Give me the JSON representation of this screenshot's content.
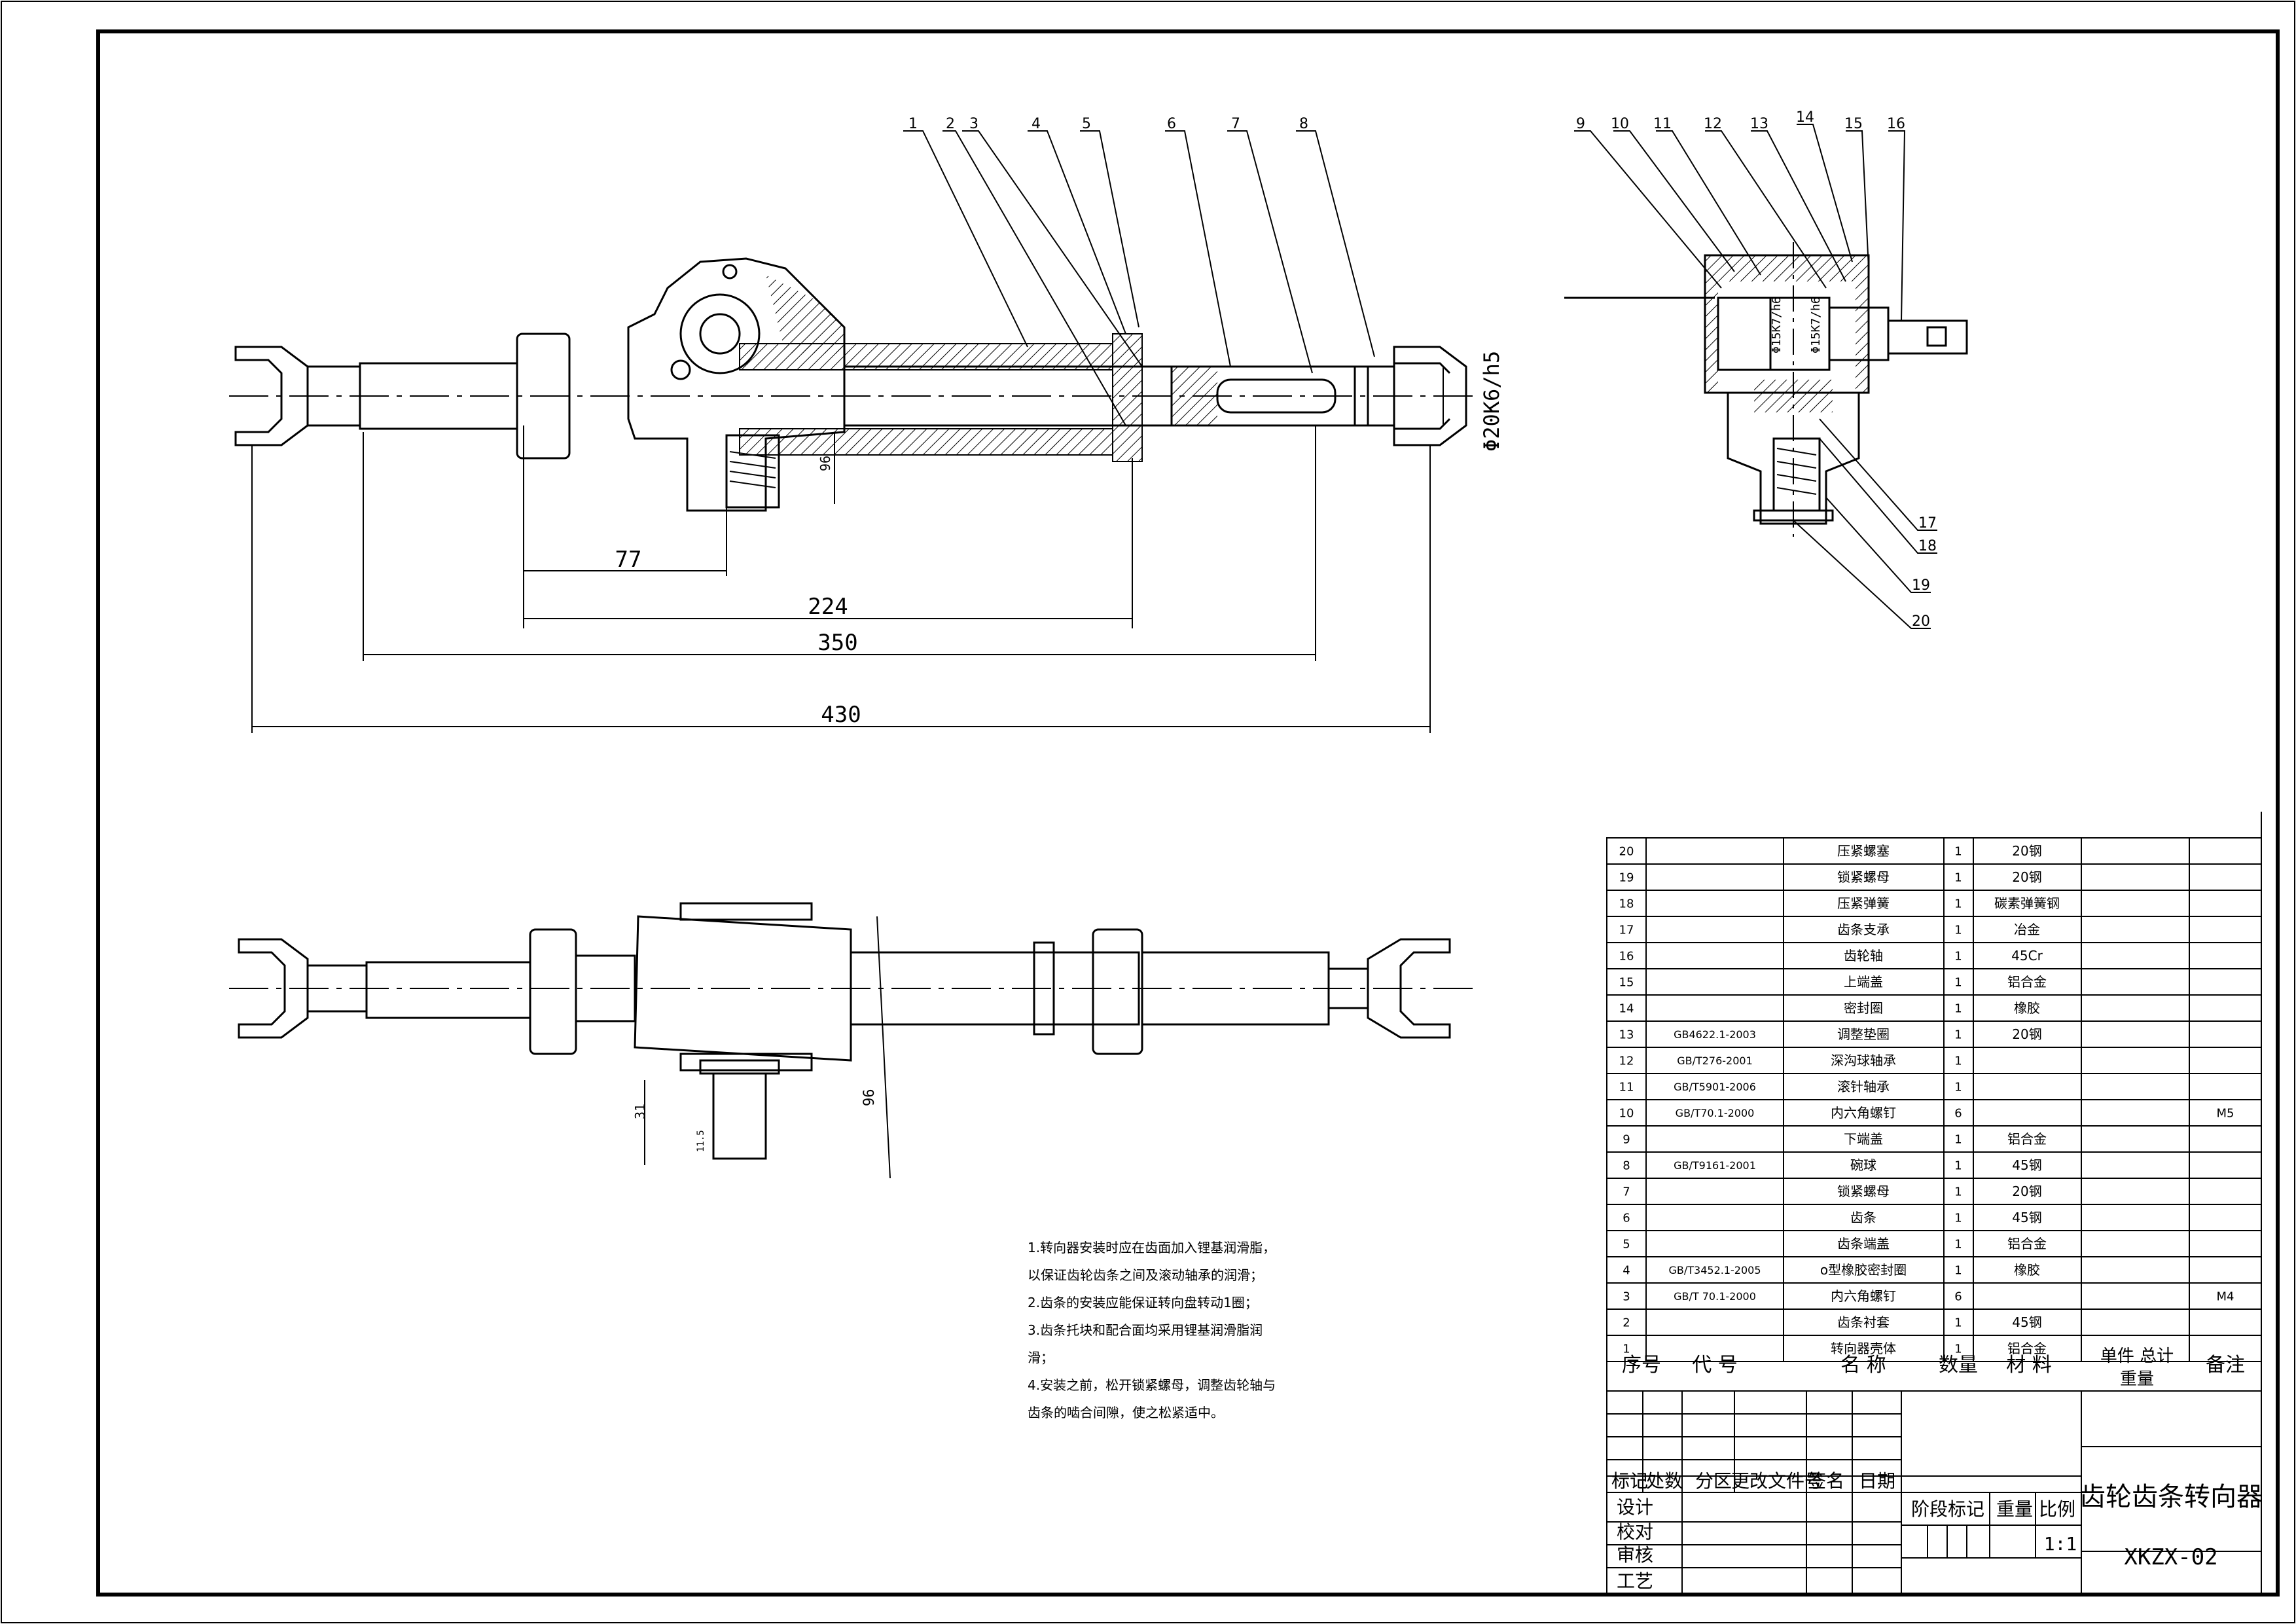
{
  "drawing": {
    "title": "齿轮齿条转向器",
    "number": "XKZX-02",
    "scale": "1:1"
  },
  "balloons_main": [
    "1",
    "2",
    "3",
    "4",
    "5",
    "6",
    "7",
    "8"
  ],
  "balloons_section": [
    "9",
    "10",
    "11",
    "12",
    "13",
    "14",
    "15",
    "16"
  ],
  "balloons_lower": [
    "17",
    "18",
    "19",
    "20"
  ],
  "dimensions": {
    "d77": "77",
    "d224": "224",
    "d350": "350",
    "d430": "430",
    "d96_front": "96",
    "diameter": "Φ20K6/h5",
    "fit1": "Φ15K7/h6",
    "fit2": "Φ15K7/h6",
    "d96_top": "96",
    "d31": "31",
    "d11_5": "11.5"
  },
  "notes": [
    "1.转向器安装时应在齿面加入锂基润滑脂，",
    "   以保证齿轮齿条之间及滚动轴承的润滑；",
    "2.齿条的安装应能保证转向盘转动1圈；",
    "3.齿条托块和配合面均采用锂基润滑脂润",
    "   滑；",
    "4.安装之前，松开锁紧螺母，调整齿轮轴与",
    "   齿条的啮合间隙，使之松紧适中。"
  ],
  "bom_header": {
    "no": "序号",
    "code": "代   号",
    "name": "名     称",
    "qty": "数量",
    "material": "材   料",
    "unit_weight": "单件 总计",
    "weight": "重量",
    "remark": "备注"
  },
  "bom": [
    {
      "no": "20",
      "code": "",
      "name": "压紧螺塞",
      "qty": "1",
      "material": "20钢",
      "remark": ""
    },
    {
      "no": "19",
      "code": "",
      "name": "锁紧螺母",
      "qty": "1",
      "material": "20钢",
      "remark": ""
    },
    {
      "no": "18",
      "code": "",
      "name": "压紧弹簧",
      "qty": "1",
      "material": "碳素弹簧钢",
      "remark": ""
    },
    {
      "no": "17",
      "code": "",
      "name": "齿条支承",
      "qty": "1",
      "material": "冶金",
      "remark": ""
    },
    {
      "no": "16",
      "code": "",
      "name": "齿轮轴",
      "qty": "1",
      "material": "45Cr",
      "remark": ""
    },
    {
      "no": "15",
      "code": "",
      "name": "上端盖",
      "qty": "1",
      "material": "铝合金",
      "remark": ""
    },
    {
      "no": "14",
      "code": "",
      "name": "密封圈",
      "qty": "1",
      "material": "橡胶",
      "remark": ""
    },
    {
      "no": "13",
      "code": "GB4622.1-2003",
      "name": "调整垫圈",
      "qty": "1",
      "material": "20钢",
      "remark": ""
    },
    {
      "no": "12",
      "code": "GB/T276-2001",
      "name": "深沟球轴承",
      "qty": "1",
      "material": "",
      "remark": ""
    },
    {
      "no": "11",
      "code": "GB/T5901-2006",
      "name": "滚针轴承",
      "qty": "1",
      "material": "",
      "remark": ""
    },
    {
      "no": "10",
      "code": "GB/T70.1-2000",
      "name": "内六角螺钉",
      "qty": "6",
      "material": "",
      "remark": "M5"
    },
    {
      "no": "9",
      "code": "",
      "name": "下端盖",
      "qty": "1",
      "material": "铝合金",
      "remark": ""
    },
    {
      "no": "8",
      "code": "GB/T9161-2001",
      "name": "碗球",
      "qty": "1",
      "material": "45钢",
      "remark": ""
    },
    {
      "no": "7",
      "code": "",
      "name": "锁紧螺母",
      "qty": "1",
      "material": "20钢",
      "remark": ""
    },
    {
      "no": "6",
      "code": "",
      "name": "齿条",
      "qty": "1",
      "material": "45钢",
      "remark": ""
    },
    {
      "no": "5",
      "code": "",
      "name": "齿条端盖",
      "qty": "1",
      "material": "铝合金",
      "remark": ""
    },
    {
      "no": "4",
      "code": "GB/T3452.1-2005",
      "name": "o型橡胶密封圈",
      "qty": "1",
      "material": "橡胶",
      "remark": ""
    },
    {
      "no": "3",
      "code": "GB/T 70.1-2000",
      "name": "内六角螺钉",
      "qty": "6",
      "material": "",
      "remark": "M4"
    },
    {
      "no": "2",
      "code": "",
      "name": "齿条衬套",
      "qty": "1",
      "material": "45钢",
      "remark": ""
    },
    {
      "no": "1",
      "code": "",
      "name": "转向器壳体",
      "qty": "1",
      "material": "铝合金",
      "remark": ""
    }
  ],
  "title_block": {
    "mark": "标记",
    "count": "处数",
    "zone": "分区",
    "change_doc": "更改文件号",
    "sign": "签名",
    "date": "日期",
    "design": "设计",
    "check": "校对",
    "review": "审核",
    "process": "工艺",
    "stage_mark": "阶段标记",
    "weight": "重量",
    "scale_label": "比例"
  }
}
